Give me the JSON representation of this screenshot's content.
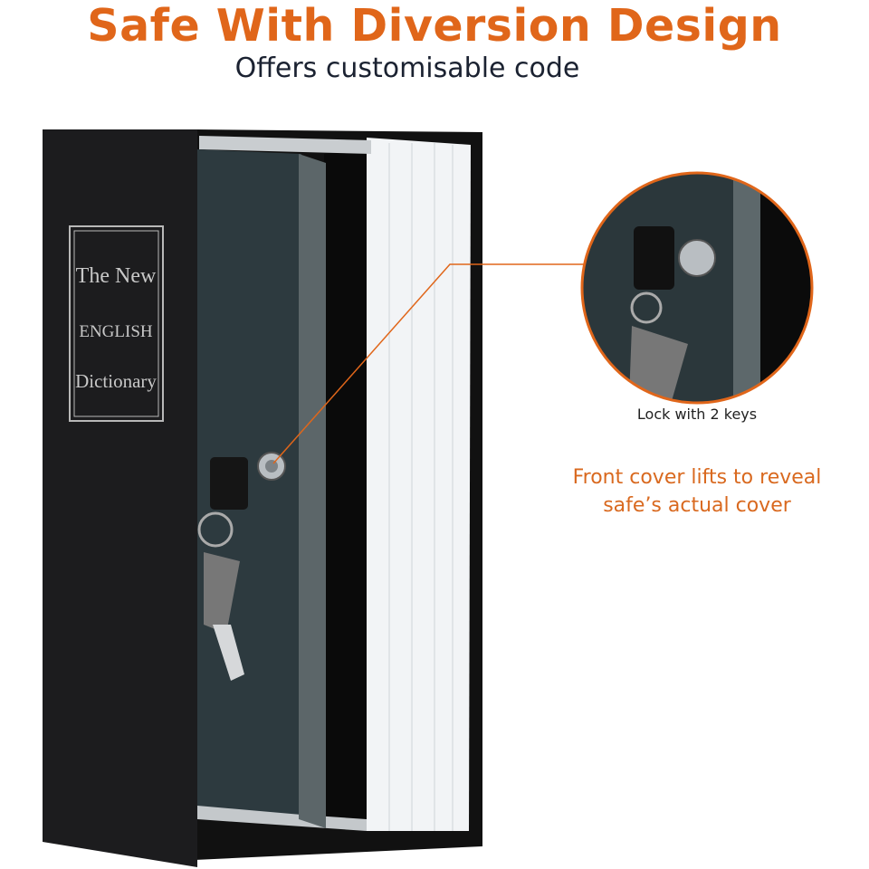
{
  "header": {
    "title": "Safe With Diversion Design",
    "subtitle": "Offers customisable code"
  },
  "book_cover": {
    "line1": "The New",
    "line2": "ENGLISH",
    "line3": "Dictionary"
  },
  "callouts": {
    "lock": "Lock with 2 keys",
    "cover": "Front cover lifts to reveal safe’s actual cover"
  },
  "colors": {
    "accent": "#e0661a",
    "subtitle": "#1b2231"
  }
}
